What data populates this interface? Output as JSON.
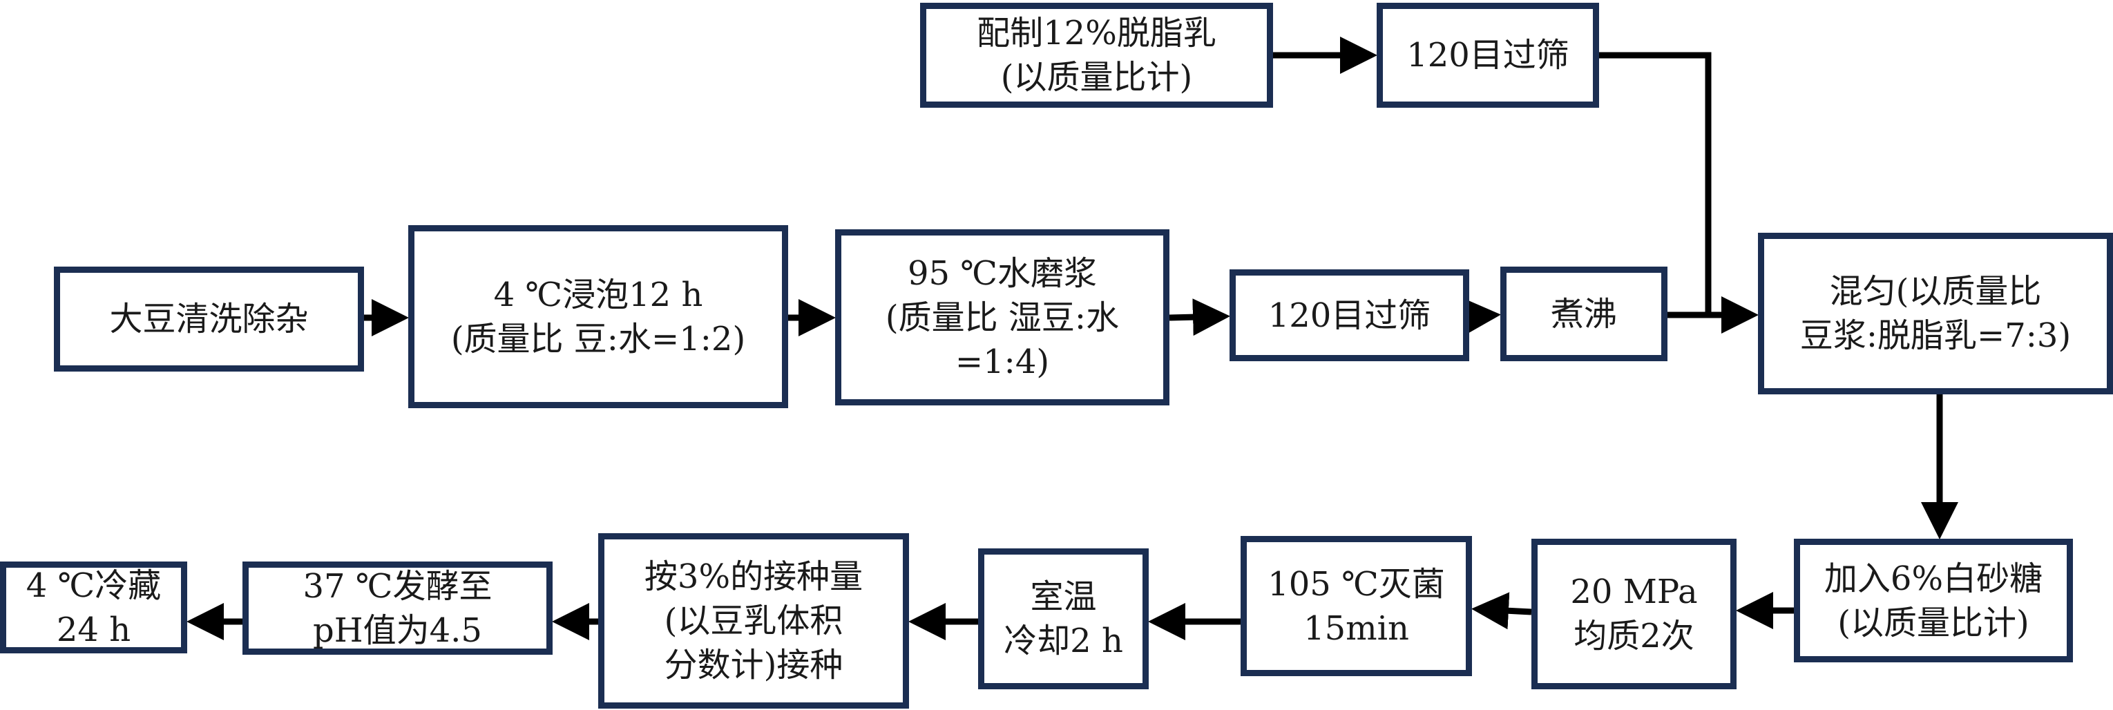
{
  "diagram": {
    "type": "process-flowchart",
    "nodes": {
      "prep_milk": "配制12%脱脂乳\n(以质量比计)",
      "sieve_milk": "120目过筛",
      "clean": "大豆清洗除杂",
      "soak": "4 ℃浸泡12 h\n(质量比 豆:水=1:2)",
      "grind": "95 ℃水磨浆\n(质量比 湿豆:水\n=1:4)",
      "sieve_soy": "120目过筛",
      "boil": "煮沸",
      "mix": "混匀(以质量比\n豆浆:脱脂乳=7:3)",
      "sugar": "加入6%白砂糖\n(以质量比计)",
      "homogenize": "20 MPa\n均质2次",
      "sterilize": "105 ℃灭菌\n15min",
      "cool": "室温\n冷却2 h",
      "inoculate": "按3%的接种量\n(以豆乳体积\n分数计)接种",
      "ferment": "37 ℃发酵至\npH值为4.5",
      "refrigerate": "4 ℃冷藏\n24 h"
    },
    "edges": [
      [
        "prep_milk",
        "sieve_milk"
      ],
      [
        "sieve_milk",
        "mix"
      ],
      [
        "clean",
        "soak"
      ],
      [
        "soak",
        "grind"
      ],
      [
        "grind",
        "sieve_soy"
      ],
      [
        "sieve_soy",
        "boil"
      ],
      [
        "boil",
        "mix"
      ],
      [
        "mix",
        "sugar"
      ],
      [
        "sugar",
        "homogenize"
      ],
      [
        "homogenize",
        "sterilize"
      ],
      [
        "sterilize",
        "cool"
      ],
      [
        "cool",
        "inoculate"
      ],
      [
        "inoculate",
        "ferment"
      ],
      [
        "ferment",
        "refrigerate"
      ]
    ],
    "colors": {
      "border": "#1b2e52",
      "arrow": "#000000",
      "text": "#1a1a1a"
    }
  }
}
